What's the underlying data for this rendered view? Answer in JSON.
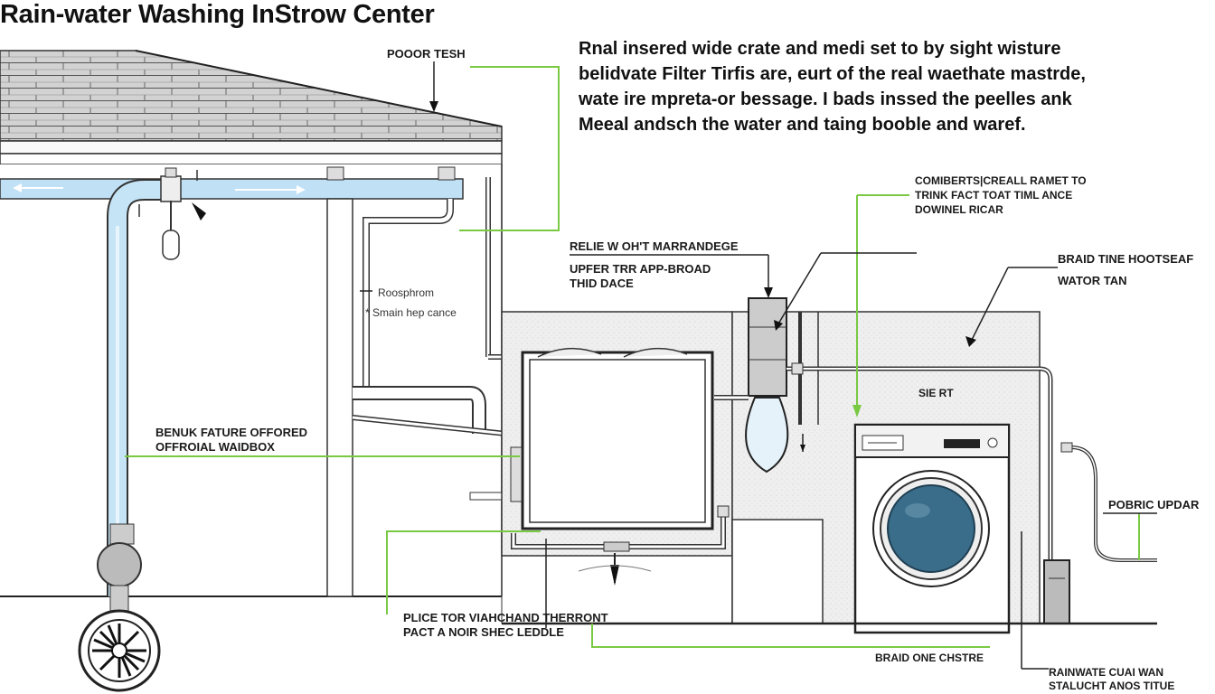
{
  "title": "Rain-water Washing InStrow Center",
  "description": [
    "Rnal insered wide crate and medi set to by sight wisture",
    "belidvate Filter Tirfis are, eurt of the real waethate mastrde,",
    "wate ire mpreta-or bessage. I bads inssed the peelles ank",
    "Meeal andsch the water and taing booble and waref."
  ],
  "labels": {
    "poor_tesh": "POOOR TESH",
    "combiberts": [
      "COMIBERTS|CREALL RAMET TO",
      "TRINK FACT TOAT TIML ANCE",
      "DOWINEL RICAR"
    ],
    "relie": "RELIE W OH'T MARRANDEGE",
    "upfer": [
      "UPFER TRR APP-BROAD",
      "THID DACE"
    ],
    "braid_tine": "BRAID TINE HOOTSEAF",
    "wator_tan": "WATOR TAN",
    "roosphrom": "Roosphrom",
    "smain": "Smain hep cance",
    "sie_rt": "SIE RT",
    "benuk": [
      "BENUK FATURE OFFORED",
      "OFFROIAL WAIDBOX"
    ],
    "pobric": "POBRIC UPDAR",
    "plice": [
      "PLICE TOR VIAHCHAND THERRONT",
      "PACT A NOIR SHEC LEDDLE"
    ],
    "braid_one": "BRAID ONE CHSTRE",
    "rainwate": [
      "RAINWATE CUAI WAN",
      "STALUCHT ANOS TITUE"
    ]
  },
  "colors": {
    "leader_green": "#7ac943",
    "water_blue": "#bfe0f5",
    "line_dark": "#222222",
    "drum_blue": "#3a6d8a",
    "roof_gray": "#cfcfcf",
    "wall_speckle": "#ededed"
  },
  "icons": [
    "roof-shingles",
    "gutter",
    "downpipe",
    "filter-valve",
    "washing-machine",
    "storage-tank",
    "drain-grate"
  ]
}
